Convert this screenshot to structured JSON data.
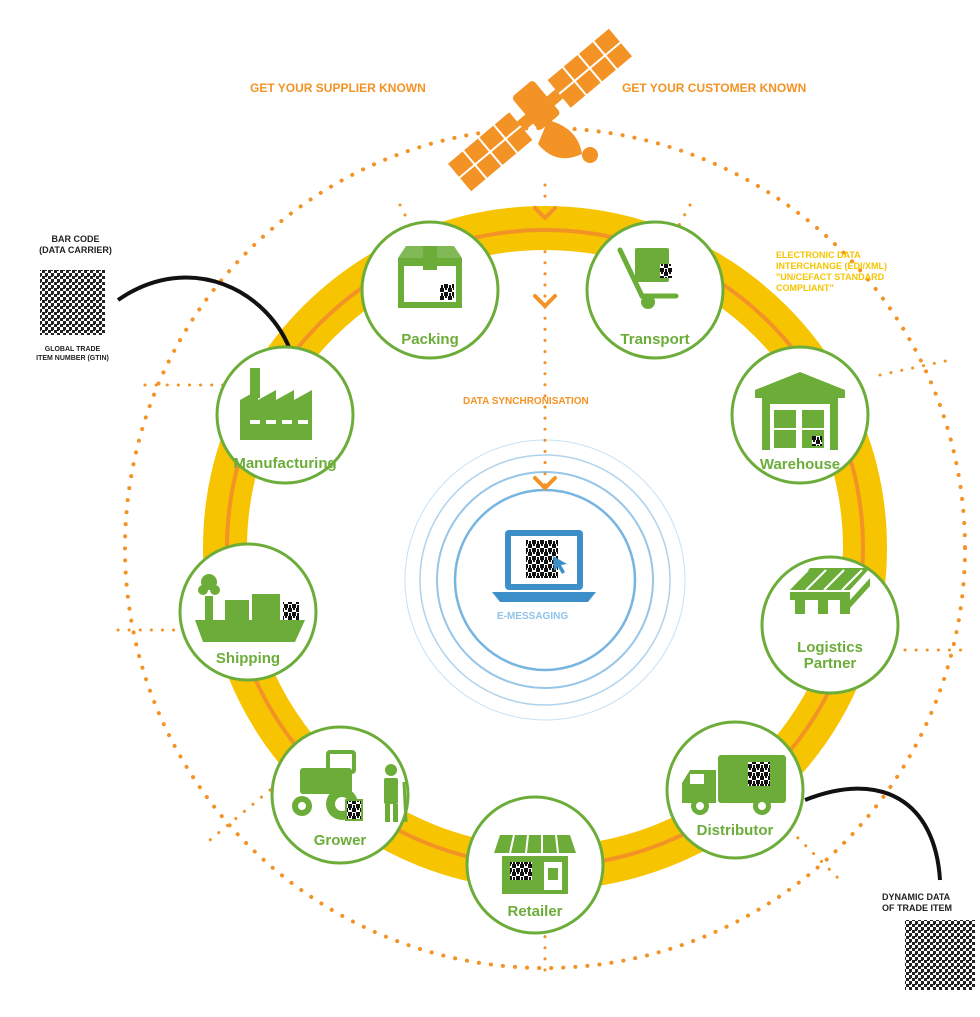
{
  "header": {
    "supplier_label": "GET YOUR SUPPLIER KNOWN",
    "customer_label": "GET YOUR CUSTOMER KNOWN"
  },
  "center": {
    "sync_label": "DATA SYNCHRONISATION",
    "emessaging_label": "E-MESSAGING"
  },
  "edi": {
    "line1": "ELECTRONIC DATA",
    "line2": "INTERCHANGE (EDI/XML)",
    "line3": "\"UN/CEFACT STANDARD",
    "line4": "COMPLIANT\""
  },
  "barcode": {
    "title_line1": "BAR CODE",
    "title_line2": "(DATA CARRIER)",
    "caption_line1": "GLOBAL TRADE",
    "caption_line2": "ITEM NUMBER (GTIN)"
  },
  "dynamic": {
    "line1": "DYNAMIC DATA",
    "line2": "OF TRADE ITEM"
  },
  "nodes": {
    "packing": "Packing",
    "transport": "Transport",
    "warehouse": "Warehouse",
    "logistics_line1": "Logistics",
    "logistics_line2": "Partner",
    "distributor": "Distributor",
    "retailer": "Retailer",
    "grower": "Grower",
    "shipping": "Shipping",
    "manufacturing": "Manufacturing"
  },
  "colors": {
    "green": "#6cad3a",
    "orange": "#f39325",
    "yellow": "#f6c400",
    "blue": "#3d8fc9"
  }
}
